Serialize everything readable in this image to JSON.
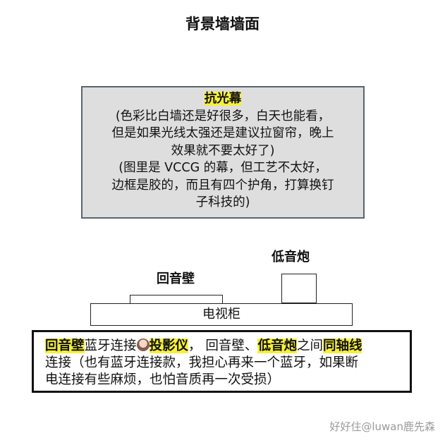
{
  "title": "背景墙墙面",
  "screen": {
    "heading": "抗光幕",
    "lines": [
      "(色彩比白墙还是好很多，白天也能看，",
      "但是如果光线太强还是建议拉窗帘，晚上",
      "效果就不要太好了)",
      "(图里是 VCCG 的幕，但工艺不太好，",
      "边框是胶的，而且有四个护角，打算换钉",
      "子科技的)"
    ]
  },
  "subwoofer_label": "低音炮",
  "soundbar_label": "回音壁",
  "cabinet_label": "电视柜",
  "note": {
    "p1": "回音壁",
    "p2": "蓝牙连接",
    "p3": "投影仪",
    "p4": "，  回音壁、",
    "p5": "低音炮",
    "p6": "之间",
    "p7": "同轴线",
    "line2": "连接（也有蓝牙连接款，我担心再来一个蓝牙，如果断",
    "line3": "电连接有些麻烦，也怕音质再一次受损）"
  },
  "watermark": "好好住@luwan鹿先森",
  "colors": {
    "highlight": "#f6f03a",
    "screen_bg": "#dedede"
  }
}
